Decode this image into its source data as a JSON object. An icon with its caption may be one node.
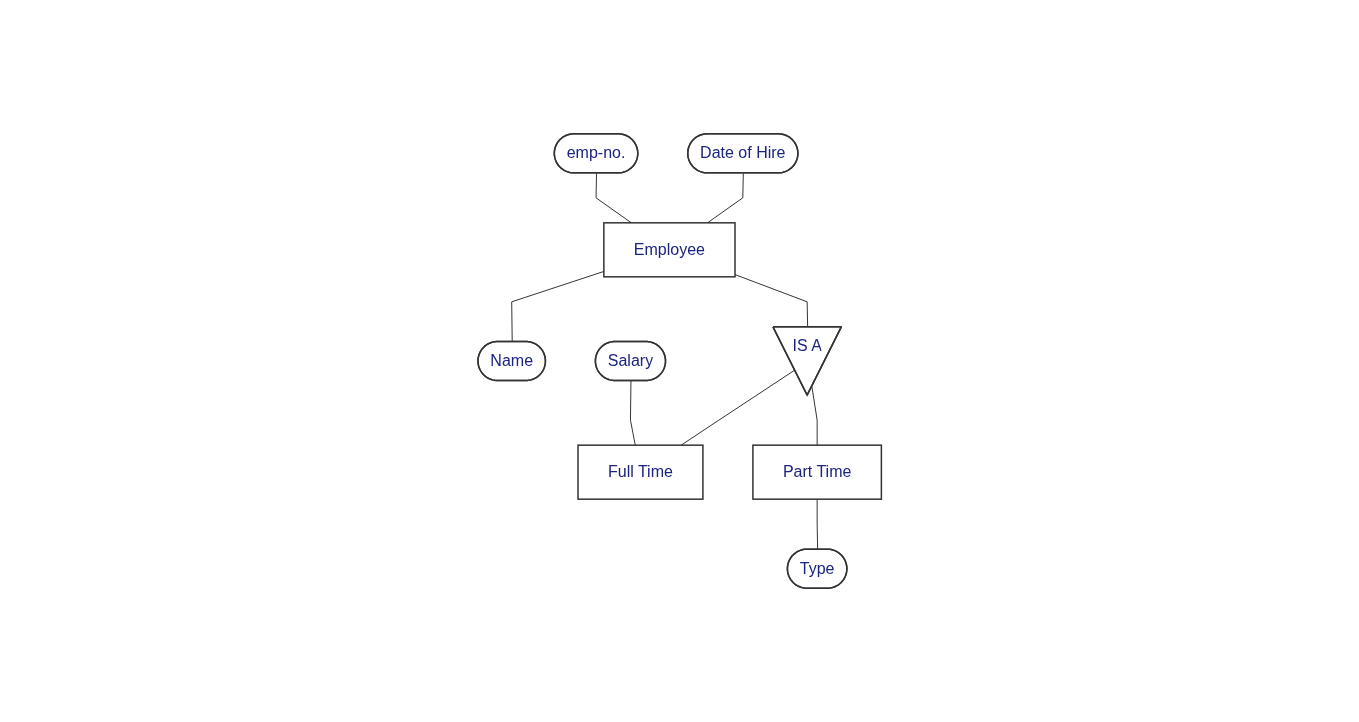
{
  "diagram": {
    "nodes": [
      {
        "text": [
          "Date of Hire"
        ]
      },
      {
        "text": [
          "emp-no."
        ]
      },
      {
        "text": [
          "Employee"
        ]
      },
      {
        "text": [
          "Name"
        ]
      },
      {
        "text": [
          "IS A"
        ]
      },
      {
        "text": [
          "Salary"
        ]
      },
      {
        "text": [
          "Full Time"
        ]
      },
      {
        "text": [
          "Part Time"
        ]
      },
      {
        "text": [
          "Type"
        ]
      }
    ],
    "edges": [
      {
        "from": 0,
        "to": 2,
        "arrow": "none"
      },
      {
        "from": 1,
        "to": 2,
        "arrow": "none"
      },
      {
        "from": 2,
        "to": 3,
        "arrow": "none"
      },
      {
        "from": 2,
        "to": 4,
        "arrow": "none"
      },
      {
        "from": 4,
        "to": 6,
        "arrow": "none"
      },
      {
        "from": 4,
        "to": 7,
        "arrow": "none"
      },
      {
        "from": 5,
        "to": 6,
        "arrow": "none"
      },
      {
        "from": 7,
        "to": 8,
        "arrow": "none"
      }
    ]
  }
}
